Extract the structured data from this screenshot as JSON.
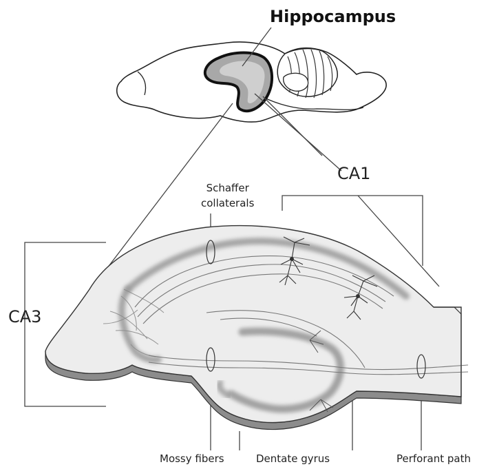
{
  "title": "Hippocampus",
  "labels": {
    "ca1": "CA1",
    "ca3": "CA3",
    "schaffer_line1": "Schaffer",
    "schaffer_line2": "collaterals",
    "mossy": "Mossy fibers",
    "dentate": "Dentate gyrus",
    "perforant": "Perforant path"
  },
  "colors": {
    "line": "#444444",
    "dark_outline": "#222222",
    "slice_fill": "#ededed",
    "slice_base": "#8c8c8c",
    "pyramidal_band": "#9a9a9a",
    "hippocampus_fill": "#a8a8a8"
  }
}
